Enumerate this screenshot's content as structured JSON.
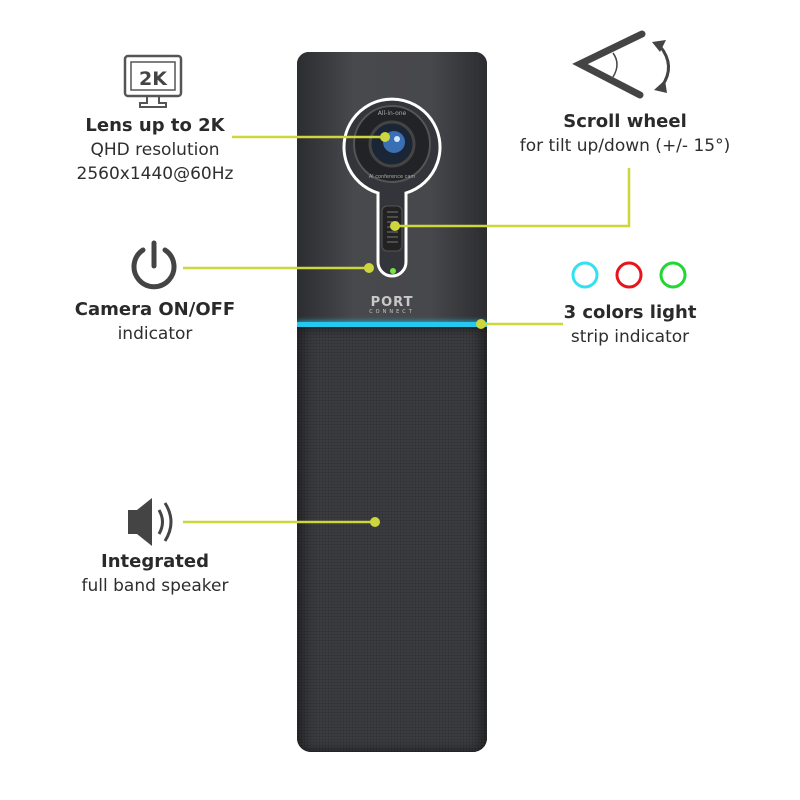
{
  "device": {
    "brand": "PORT",
    "brand_sub": "CONNECT",
    "lens_ring_top": "All-in-one",
    "lens_ring_bottom": "AI conference cam"
  },
  "icons": {
    "resolution_badge": "2K",
    "lens": "monitor-2k-icon",
    "scroll": "tilt-angle-icon",
    "power": "power-icon",
    "speaker": "speaker-icon"
  },
  "light_colors": [
    "#33e0f0",
    "#e8141c",
    "#22d633"
  ],
  "accent_color": "#cdd63c",
  "features": {
    "lens": {
      "title": "Lens up to 2K",
      "line1": "QHD resolution",
      "line2": "2560x1440@60Hz"
    },
    "scroll": {
      "title": "Scroll wheel",
      "line1": "for tilt up/down (+/- 15°)"
    },
    "camera": {
      "title": "Camera ON/OFF",
      "line1": "indicator"
    },
    "light": {
      "title": "3 colors light",
      "line1": "strip indicator"
    },
    "speaker": {
      "title": "Integrated",
      "line1": "full band speaker"
    }
  }
}
